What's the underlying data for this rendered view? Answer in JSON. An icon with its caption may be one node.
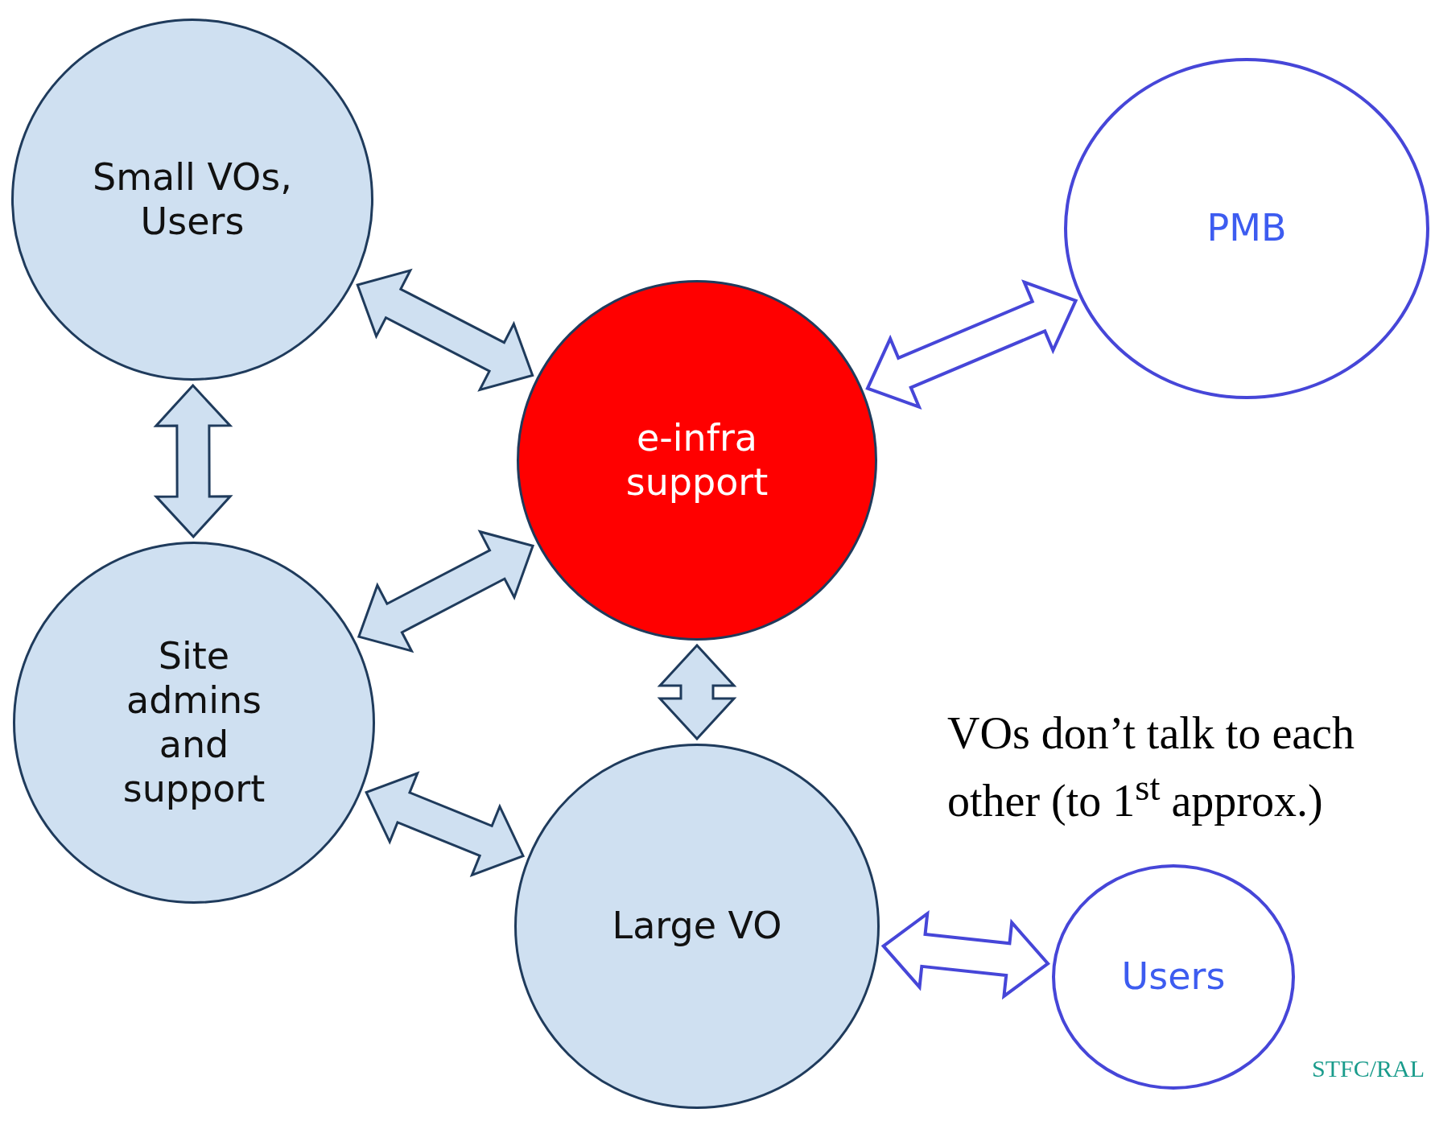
{
  "diagram": {
    "nodes": [
      {
        "text": [
          "Small VOs, Users"
        ]
      },
      {
        "text": [
          "PMB"
        ]
      },
      {
        "text": [
          "e-infra support"
        ]
      },
      {
        "text": [
          "Site admins and support"
        ]
      },
      {
        "text": [
          "Large VO"
        ]
      },
      {
        "text": [
          "Users"
        ]
      }
    ],
    "edges": [
      {
        "from": 0,
        "to": 3,
        "arrow": "both"
      },
      {
        "from": 0,
        "to": 2,
        "arrow": "both"
      },
      {
        "from": 3,
        "to": 2,
        "arrow": "both"
      },
      {
        "from": 3,
        "to": 4,
        "arrow": "both"
      },
      {
        "from": 2,
        "to": 4,
        "arrow": "both"
      },
      {
        "from": 2,
        "to": 1,
        "arrow": "both",
        "color": "#4646d8"
      },
      {
        "from": 4,
        "to": 5,
        "arrow": "both",
        "color": "#4646d8"
      }
    ],
    "labels": [
      "VOs don’t talk to each other (to 1$^{st}$ approx.)",
      "STFC/RAL"
    ]
  }
}
